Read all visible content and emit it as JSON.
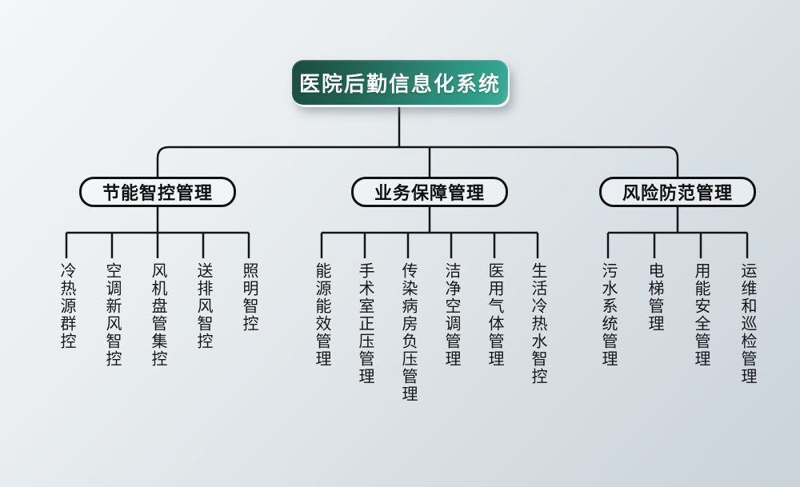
{
  "root": {
    "label": "医院后勤信息化系统"
  },
  "groups": [
    {
      "label": "节能智控管理",
      "leaves": [
        "冷热源群控",
        "空调新风智控",
        "风机盘管集控",
        "送排风智控",
        "照明智控"
      ]
    },
    {
      "label": "业务保障管理",
      "leaves": [
        "能源能效管理",
        "手术室正压管理",
        "传染病房负压管理",
        "洁净空调管理",
        "医用气体管理",
        "生活冷热水智控"
      ]
    },
    {
      "label": "风险防范管理",
      "leaves": [
        "污水系统管理",
        "电梯管理",
        "用能安全管理",
        "运维和巡检管理"
      ]
    }
  ],
  "colors": {
    "root_gradient_dark": "#1a4c41",
    "root_gradient_teal": "#2f9f8a",
    "root_text": "#ffffff",
    "line": "#161616",
    "branch_border": "#121212",
    "background_top_left": "#f4f6f7",
    "background_bottom_right": "#c9d3da"
  }
}
